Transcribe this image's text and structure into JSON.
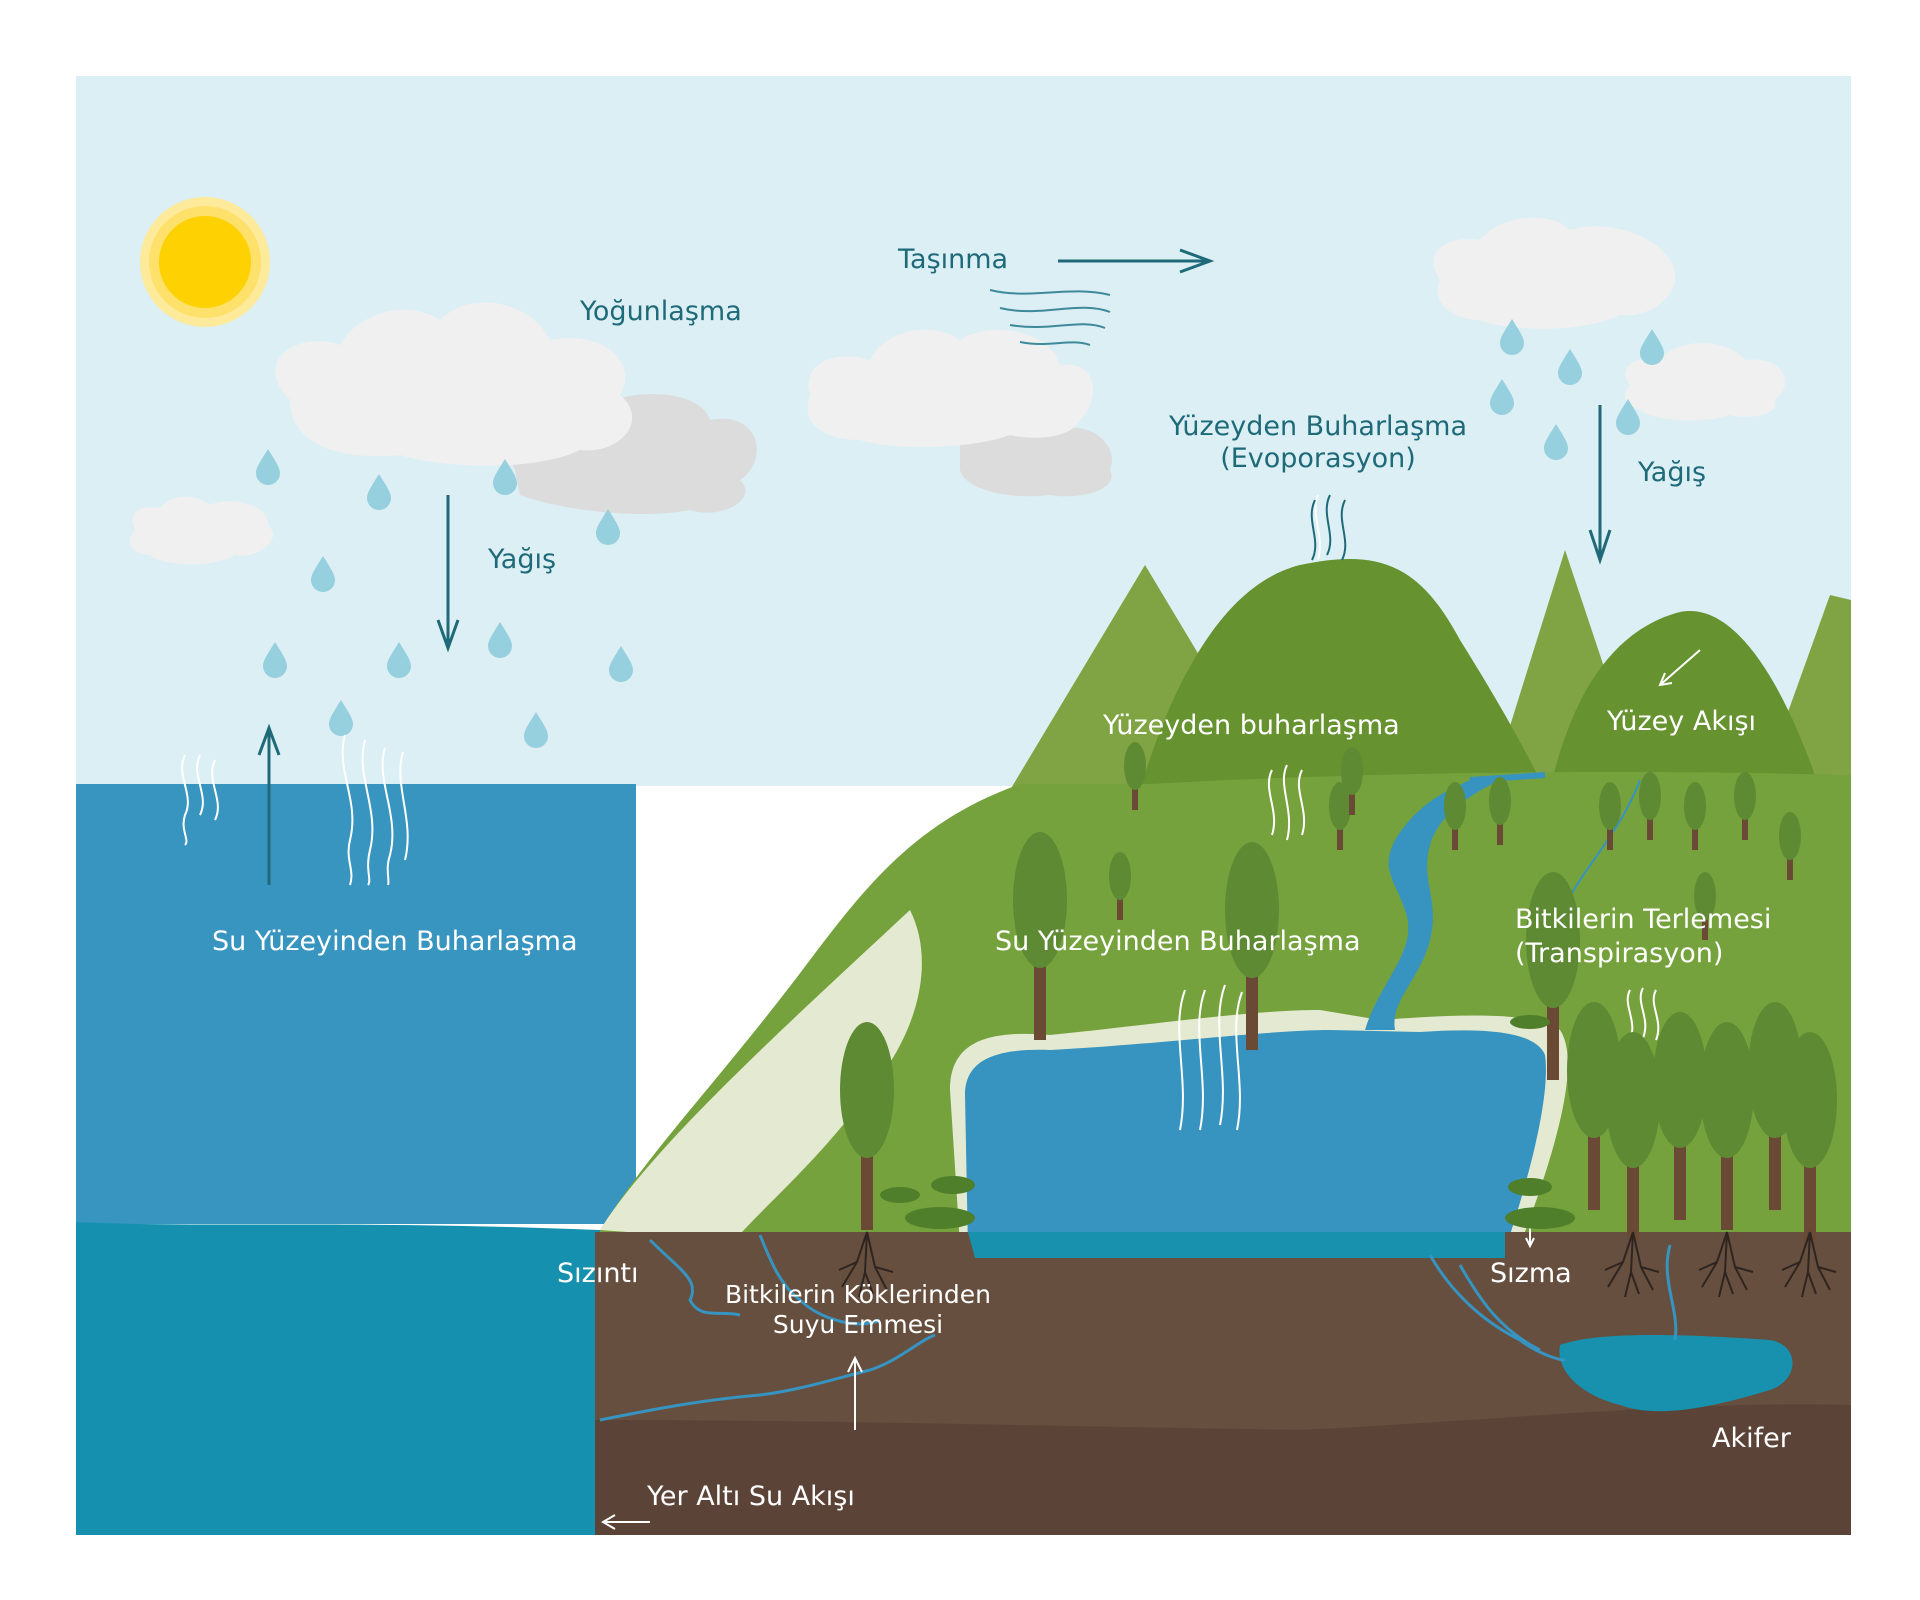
{
  "colors": {
    "sky": "#dbeff5",
    "sea": "#3795c0",
    "deep_sea": "#1590ae",
    "grass": "#75a23d",
    "mountain_light": "#80a344",
    "mountain_dark": "#66922f",
    "shore": "#e4ead2",
    "lake": "#3793c0",
    "soil": "#664f3e",
    "deep_soil": "#5b4337",
    "aquifer": "#1791ae",
    "cloud": "#f0f0f0",
    "cloud_shadow": "#dcdcdc",
    "raindrop": "#96cfde",
    "sun": "#fdd102",
    "label_dark": "#1f6a78",
    "label_light": "#ffffff"
  },
  "labels": {
    "condensation": "Yoğunlaşma",
    "transport": "Taşınma",
    "precipitation_left": "Yağış",
    "precipitation_right": "Yağış",
    "surface_evaporation_title": "Yüzeyden Buharlaşma",
    "surface_evaporation_sub": "(Evoporasyon)",
    "surface_evaporation_mountain": "Yüzeyden buharlaşma",
    "surface_runoff": "Yüzey Akışı",
    "sea_evaporation": "Su Yüzeyinden Buharlaşma",
    "lake_evaporation": "Su Yüzeyinden Buharlaşma",
    "transpiration_title": "Bitkilerin Terlemesi",
    "transpiration_sub": "(Transpirasyon)",
    "seepage": "Sızıntı",
    "root_uptake_line1": "Bitkilerin Köklerinden",
    "root_uptake_line2": "Suyu Emmesi",
    "infiltration": "Sızma",
    "aquifer": "Akifer",
    "groundwater_flow": "Yer Altı Su Akışı"
  },
  "icons": [
    "sun-icon",
    "cloud-icon",
    "raindrop-icon",
    "arrow-icon",
    "vapor-lines-icon",
    "tree-icon",
    "roots-icon",
    "wind-lines-icon"
  ]
}
